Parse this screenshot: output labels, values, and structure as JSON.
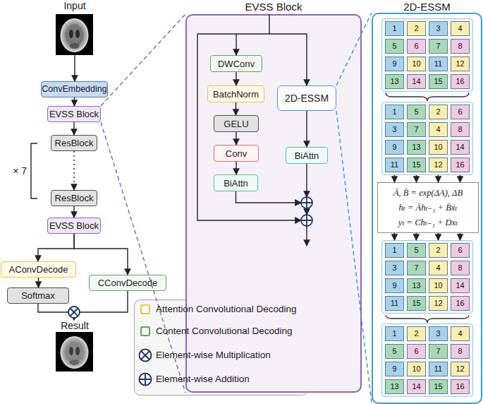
{
  "diagram": {
    "nodes": [
      {
        "text": [
          "Input"
        ]
      },
      {
        "text": [
          "ConvEmbedding"
        ]
      },
      {
        "text": [
          "EVSS Block"
        ]
      },
      {
        "text": [
          "ResBlock"
        ]
      },
      {
        "text": [
          "ResBlock"
        ]
      },
      {
        "text": [
          "EVSS Block"
        ]
      },
      {
        "text": [
          "AConvDecode"
        ]
      },
      {
        "text": [
          "Softmax"
        ]
      },
      {
        "text": [
          "CConvDecode"
        ]
      },
      {
        "text": [
          "Result"
        ]
      },
      {
        "text": [
          "EVSS Block"
        ]
      },
      {
        "text": [
          "DWConv"
        ],
        "in": 10
      },
      {
        "text": [
          "BatchNorm"
        ],
        "in": 10
      },
      {
        "text": [
          "GELU"
        ],
        "in": 10
      },
      {
        "text": [
          "Conv"
        ],
        "in": 10
      },
      {
        "text": [
          "BiAttn"
        ],
        "in": 10
      },
      {
        "text": [
          "2D-ESSM"
        ],
        "in": 10
      },
      {
        "text": [
          "BiAttn"
        ],
        "in": 10
      },
      {
        "text": [
          "2D-ESSM"
        ]
      },
      {
        "text": [
          "1",
          "2",
          "3",
          "4",
          "5",
          "6",
          "7",
          "8",
          "9",
          "10",
          "11",
          "12",
          "13",
          "14",
          "15",
          "16"
        ],
        "in": 18
      },
      {
        "text": [
          "1",
          "5",
          "2",
          "6",
          "3",
          "7",
          "4",
          "8",
          "9",
          "13",
          "10",
          "14",
          "11",
          "15",
          "12",
          "16"
        ],
        "in": 18
      },
      {
        "text": [
          "Ā, B̄ = exp(ΔA), ΔB",
          "hₜ = Āhₜ₋₁ + B̄xₜ",
          "yₜ = Chₜ₋₁ + Dxₜ"
        ],
        "in": 18
      },
      {
        "text": [
          "1",
          "5",
          "2",
          "6",
          "3",
          "7",
          "4",
          "8",
          "9",
          "13",
          "10",
          "14",
          "11",
          "15",
          "12",
          "16"
        ],
        "in": 18
      },
      {
        "text": [
          "1",
          "2",
          "3",
          "4",
          "5",
          "6",
          "7",
          "8",
          "9",
          "10",
          "11",
          "12",
          "13",
          "14",
          "15",
          "16"
        ],
        "in": 18
      }
    ],
    "edges": [
      {
        "from": 0,
        "to": 1,
        "arrow": "to"
      },
      {
        "from": 1,
        "to": 2,
        "arrow": "to"
      },
      {
        "from": 2,
        "to": 3,
        "arrow": "to"
      },
      {
        "from": 3,
        "to": 4,
        "arrow": "to"
      },
      {
        "from": 4,
        "to": 5,
        "arrow": "to"
      },
      {
        "from": 5,
        "to": 6,
        "arrow": "to"
      },
      {
        "from": 5,
        "to": 8,
        "arrow": "to"
      },
      {
        "from": 6,
        "to": 7,
        "arrow": "to"
      },
      {
        "from": 7,
        "to": 9,
        "arrow": "to"
      },
      {
        "from": 8,
        "to": 9,
        "arrow": "to"
      },
      {
        "from": 11,
        "to": 12,
        "arrow": "to"
      },
      {
        "from": 12,
        "to": 13,
        "arrow": "to"
      },
      {
        "from": 13,
        "to": 14,
        "arrow": "to"
      },
      {
        "from": 14,
        "to": 15,
        "arrow": "to"
      },
      {
        "from": 16,
        "to": 17,
        "arrow": "to"
      },
      {
        "from": 20,
        "to": 21,
        "arrow": "to"
      },
      {
        "from": 20,
        "to": 21,
        "arrow": "to"
      },
      {
        "from": 20,
        "to": 21,
        "arrow": "to"
      },
      {
        "from": 20,
        "to": 21,
        "arrow": "to"
      },
      {
        "from": 21,
        "to": 22,
        "arrow": "to"
      },
      {
        "from": 21,
        "to": 22,
        "arrow": "to"
      },
      {
        "from": 21,
        "to": 22,
        "arrow": "to"
      },
      {
        "from": 21,
        "to": 22,
        "arrow": "to"
      }
    ],
    "labels": [
      "× 7"
    ],
    "legend": [
      {
        "text": "Attention Convolutional Decoding",
        "color": "#f2bf45"
      },
      {
        "text": "Content Convolutional Decoding",
        "color": "#5aa955"
      },
      {
        "text": "Element-wise Multiplication"
      },
      {
        "text": "Element-wise Addition"
      }
    ]
  }
}
